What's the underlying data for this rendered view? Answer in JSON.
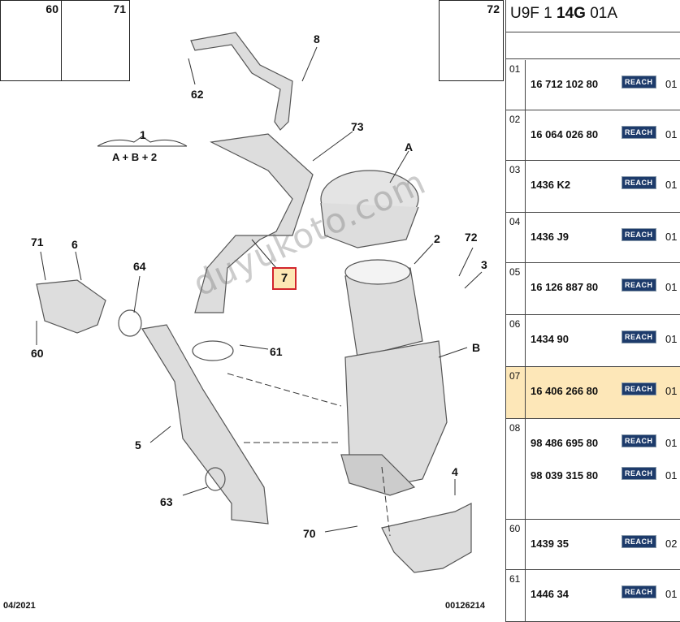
{
  "header": {
    "pre": "U9F 1",
    "bold": "14G",
    "post": "01A"
  },
  "corner_labels": {
    "left1": "60",
    "left2": "71",
    "right": "72"
  },
  "assembly": {
    "num": "1",
    "formula": "A + B + 2"
  },
  "callouts": [
    "8",
    "62",
    "73",
    "A",
    "2",
    "72",
    "3",
    "71",
    "6",
    "64",
    "60",
    "61",
    "B",
    "5",
    "63",
    "4",
    "70"
  ],
  "highlight": "7",
  "watermark": "duyukoto.com",
  "footer": {
    "date": "04/2021",
    "code": "00126214"
  },
  "rows": [
    {
      "idx": "01",
      "parts": [
        {
          "pn": "16 712 102 80",
          "qty": "01"
        }
      ]
    },
    {
      "idx": "02",
      "parts": [
        {
          "pn": "16 064 026 80",
          "qty": "01"
        }
      ]
    },
    {
      "idx": "03",
      "parts": [
        {
          "pn": "1436 K2",
          "qty": "01"
        }
      ]
    },
    {
      "idx": "04",
      "parts": [
        {
          "pn": "1436 J9",
          "qty": "01"
        }
      ]
    },
    {
      "idx": "05",
      "parts": [
        {
          "pn": "16 126 887 80",
          "qty": "01"
        }
      ]
    },
    {
      "idx": "06",
      "parts": [
        {
          "pn": "1434 90",
          "qty": "01"
        }
      ]
    },
    {
      "idx": "07",
      "parts": [
        {
          "pn": "16 406 266 80",
          "qty": "01"
        }
      ],
      "highlight": true
    },
    {
      "idx": "08",
      "parts": [
        {
          "pn": "98 486 695 80",
          "qty": "01"
        },
        {
          "pn": "98 039 315 80",
          "qty": "01"
        }
      ]
    },
    {
      "idx": "60",
      "parts": [
        {
          "pn": "1439 35",
          "qty": "02"
        }
      ]
    },
    {
      "idx": "61",
      "parts": [
        {
          "pn": "1446 34",
          "qty": "01"
        }
      ]
    }
  ],
  "reach_label": "REACH"
}
